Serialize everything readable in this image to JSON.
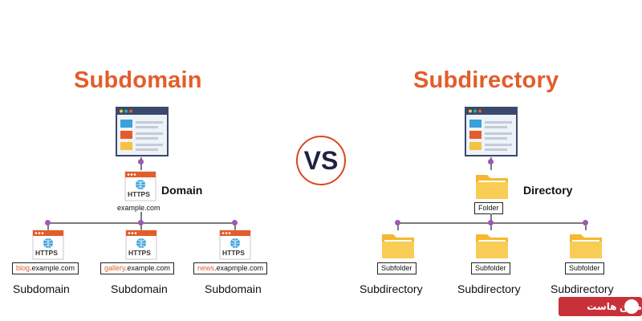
{
  "left": {
    "title": "Subdomain",
    "root_label": "Domain",
    "root_url": "example.com",
    "https_badge": "HTTPS",
    "children": [
      {
        "url_prefix": "blog",
        "url_suffix": ".example.com",
        "label": "Subdomain"
      },
      {
        "url_prefix": "gallery",
        "url_suffix": ".example.com",
        "label": "Subdomain"
      },
      {
        "url_prefix": "news",
        "url_suffix": ".exapmple.com",
        "label": "Subdomain"
      }
    ]
  },
  "right": {
    "title": "Subdirectory",
    "root_label": "Directory",
    "root_box": "Folder",
    "children": [
      {
        "box": "Subfolder",
        "label": "Subdirectory"
      },
      {
        "box": "Subfolder",
        "label": "Subdirectory"
      },
      {
        "box": "Subfolder",
        "label": "Subdirectory"
      }
    ]
  },
  "vs_label": "VS",
  "logo": {
    "text": "مبین هاست"
  },
  "colors": {
    "accent": "#e45c2a",
    "connector": "#7a7a7a",
    "node_dot": "#9b59b6",
    "folder": "#f5c242",
    "logo_bg": "#c8313a"
  }
}
